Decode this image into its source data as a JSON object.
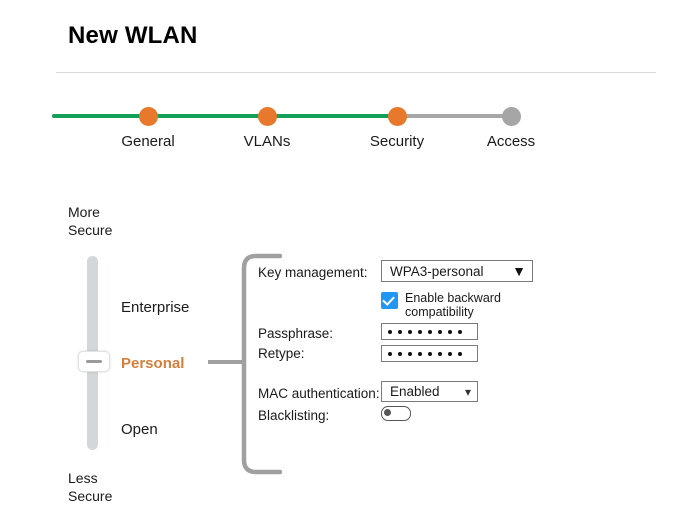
{
  "header": {
    "title": "New WLAN"
  },
  "stepper": {
    "steps": [
      {
        "label": "General",
        "state": "done"
      },
      {
        "label": "VLANs",
        "state": "done"
      },
      {
        "label": "Security",
        "state": "current"
      },
      {
        "label": "Access",
        "state": "pending"
      }
    ],
    "done_color": "#13a05a",
    "dot_active_color": "#e8792c",
    "dot_pending_color": "#a6a6a6"
  },
  "security_slider": {
    "top_label": "More\nSecure",
    "bottom_label": "Less\nSecure",
    "options": [
      {
        "label": "Enterprise",
        "selected": false
      },
      {
        "label": "Personal",
        "selected": true
      },
      {
        "label": "Open",
        "selected": false
      }
    ],
    "selected": "Personal",
    "selected_color": "#d4803c"
  },
  "form": {
    "key_management": {
      "label": "Key management:",
      "value": "WPA3-personal",
      "caret": "chevron-down"
    },
    "backward_compatibility": {
      "label": "Enable backward\ncompatibility",
      "checked": true,
      "accent_color": "#2196f3"
    },
    "passphrase": {
      "label": "Passphrase:",
      "masked_value": "••••••••",
      "dot_count": 8
    },
    "retype": {
      "label": "Retype:",
      "masked_value": "••••••••",
      "dot_count": 8
    },
    "mac_authentication": {
      "label": "MAC authentication:",
      "value": "Enabled",
      "caret": "chevron-down"
    },
    "blacklisting": {
      "label": "Blacklisting:",
      "enabled": false
    }
  }
}
